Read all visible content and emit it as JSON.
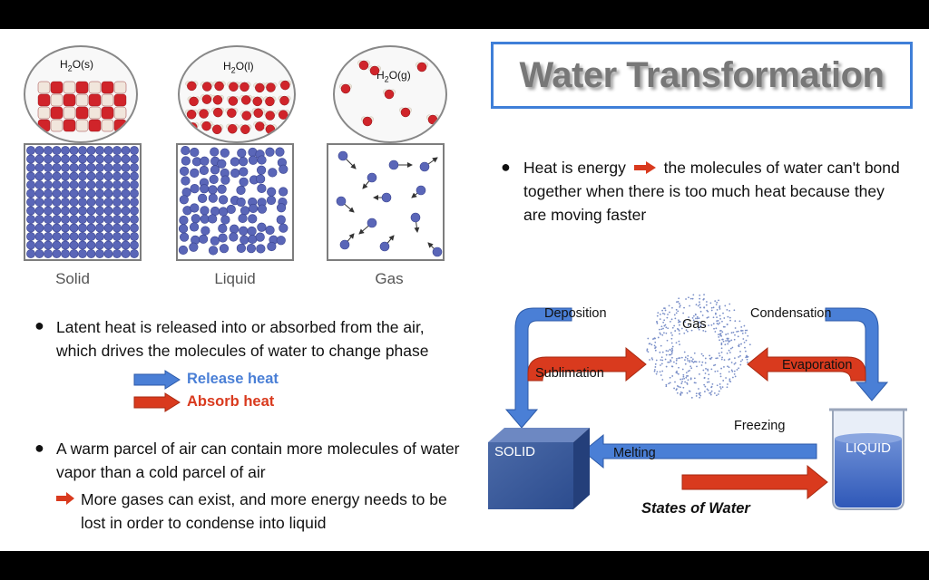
{
  "title": "Water Transformation",
  "phases": [
    {
      "formula_main": "H",
      "formula_sub": "2",
      "formula_rest": "O(s)",
      "label": "Solid"
    },
    {
      "formula_main": "H",
      "formula_sub": "2",
      "formula_rest": "O(l)",
      "label": "Liquid"
    },
    {
      "formula_main": "H",
      "formula_sub": "2",
      "formula_rest": "O(g)",
      "label": "Gas"
    }
  ],
  "bullets_left": [
    {
      "text": "Latent heat is released into or absorbed from the air, which drives the molecules of water to change phase"
    },
    {
      "text": "A warm parcel of air can contain more molecules of water vapor than a cold parcel of air",
      "sub": "More gases can exist, and more energy needs to be lost in order to condense into liquid"
    }
  ],
  "legend": {
    "release_label": "Release heat",
    "absorb_label": "Absorb heat",
    "release_color": "#4a7fd6",
    "absorb_color": "#d93a1e"
  },
  "bullet_right": {
    "before": "Heat is energy",
    "after": "the molecules of water can't bond together when there is too much heat because they are moving faster"
  },
  "diagram": {
    "gas_label": "Gas",
    "solid_label": "SOLID",
    "liquid_label": "LIQUID",
    "deposition": "Deposition",
    "sublimation": "Sublimation",
    "condensation": "Condensation",
    "evaporation": "Evaporation",
    "freezing": "Freezing",
    "melting": "Melting",
    "caption": "States of Water"
  },
  "icons": [
    "red-arrow-icon",
    "blue-arrow-icon"
  ]
}
